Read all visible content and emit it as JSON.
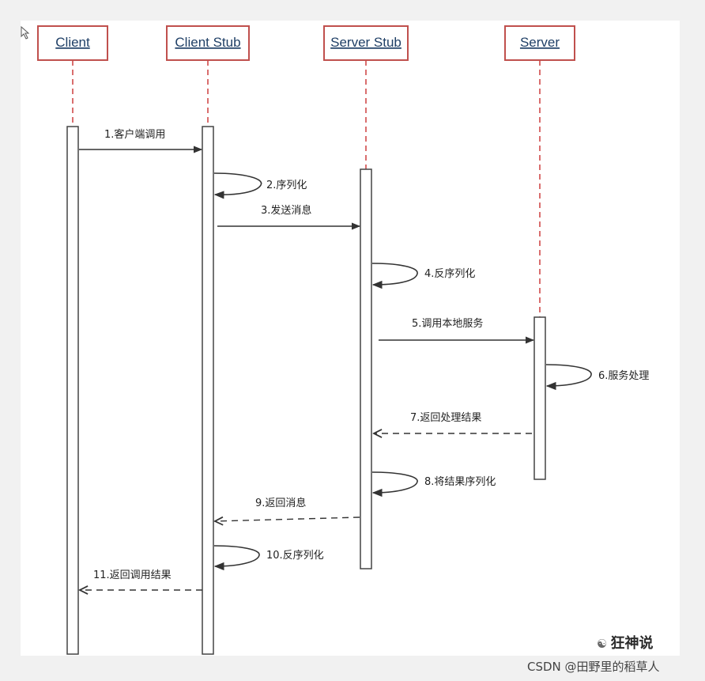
{
  "actors": [
    {
      "id": "client",
      "label": "Client"
    },
    {
      "id": "client_stub",
      "label": "Client Stub"
    },
    {
      "id": "server_stub",
      "label": "Server Stub"
    },
    {
      "id": "server",
      "label": "Server"
    }
  ],
  "messages": [
    {
      "from": "client",
      "to": "client_stub",
      "label": "1.客户端调用",
      "style": "solid"
    },
    {
      "from": "client_stub",
      "to": "client_stub",
      "label": "2.序列化",
      "style": "self"
    },
    {
      "from": "client_stub",
      "to": "server_stub",
      "label": "3.发送消息",
      "style": "solid"
    },
    {
      "from": "server_stub",
      "to": "server_stub",
      "label": "4.反序列化",
      "style": "self"
    },
    {
      "from": "server_stub",
      "to": "server",
      "label": "5.调用本地服务",
      "style": "solid"
    },
    {
      "from": "server",
      "to": "server",
      "label": "6.服务处理",
      "style": "self"
    },
    {
      "from": "server",
      "to": "server_stub",
      "label": "7.返回处理结果",
      "style": "dashed"
    },
    {
      "from": "server_stub",
      "to": "server_stub",
      "label": "8.将结果序列化",
      "style": "self"
    },
    {
      "from": "server_stub",
      "to": "client_stub",
      "label": "9.返回消息",
      "style": "dashed"
    },
    {
      "from": "client_stub",
      "to": "client_stub",
      "label": "10.反序列化",
      "style": "self"
    },
    {
      "from": "client_stub",
      "to": "client",
      "label": "11.返回调用结果",
      "style": "dashed"
    }
  ],
  "colors": {
    "actor_border": "#c0504d",
    "lifeline": "#d04a4a",
    "actor_text": "#1f3f66",
    "arrow": "#333333"
  },
  "watermark": {
    "brand": "狂神说",
    "brand_icon": "wechat-icon",
    "source": "CSDN @田野里的稻草人"
  }
}
